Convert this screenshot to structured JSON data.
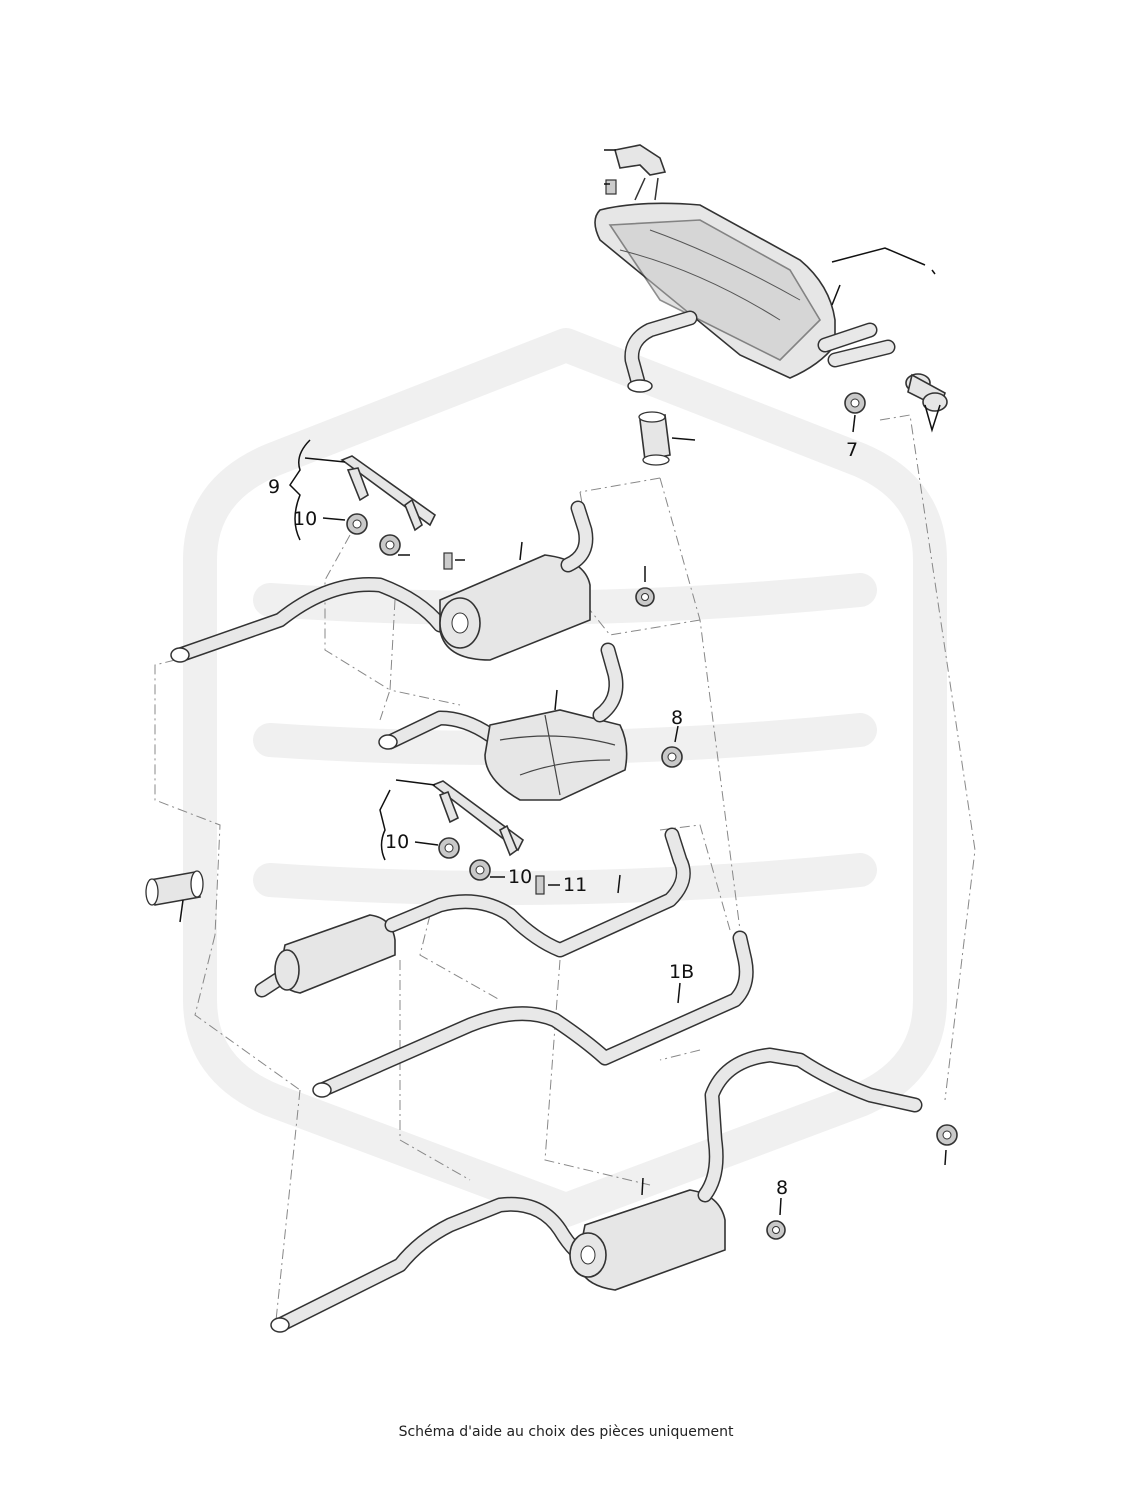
{
  "caption": "Schéma d'aide au choix des pièces uniquement",
  "callouts": {
    "c9": "9",
    "c10a": "10",
    "c7": "7",
    "c8a": "8",
    "c10b": "10",
    "c10c": "10",
    "c11": "11",
    "c1b": "1B",
    "c8b": "8"
  }
}
